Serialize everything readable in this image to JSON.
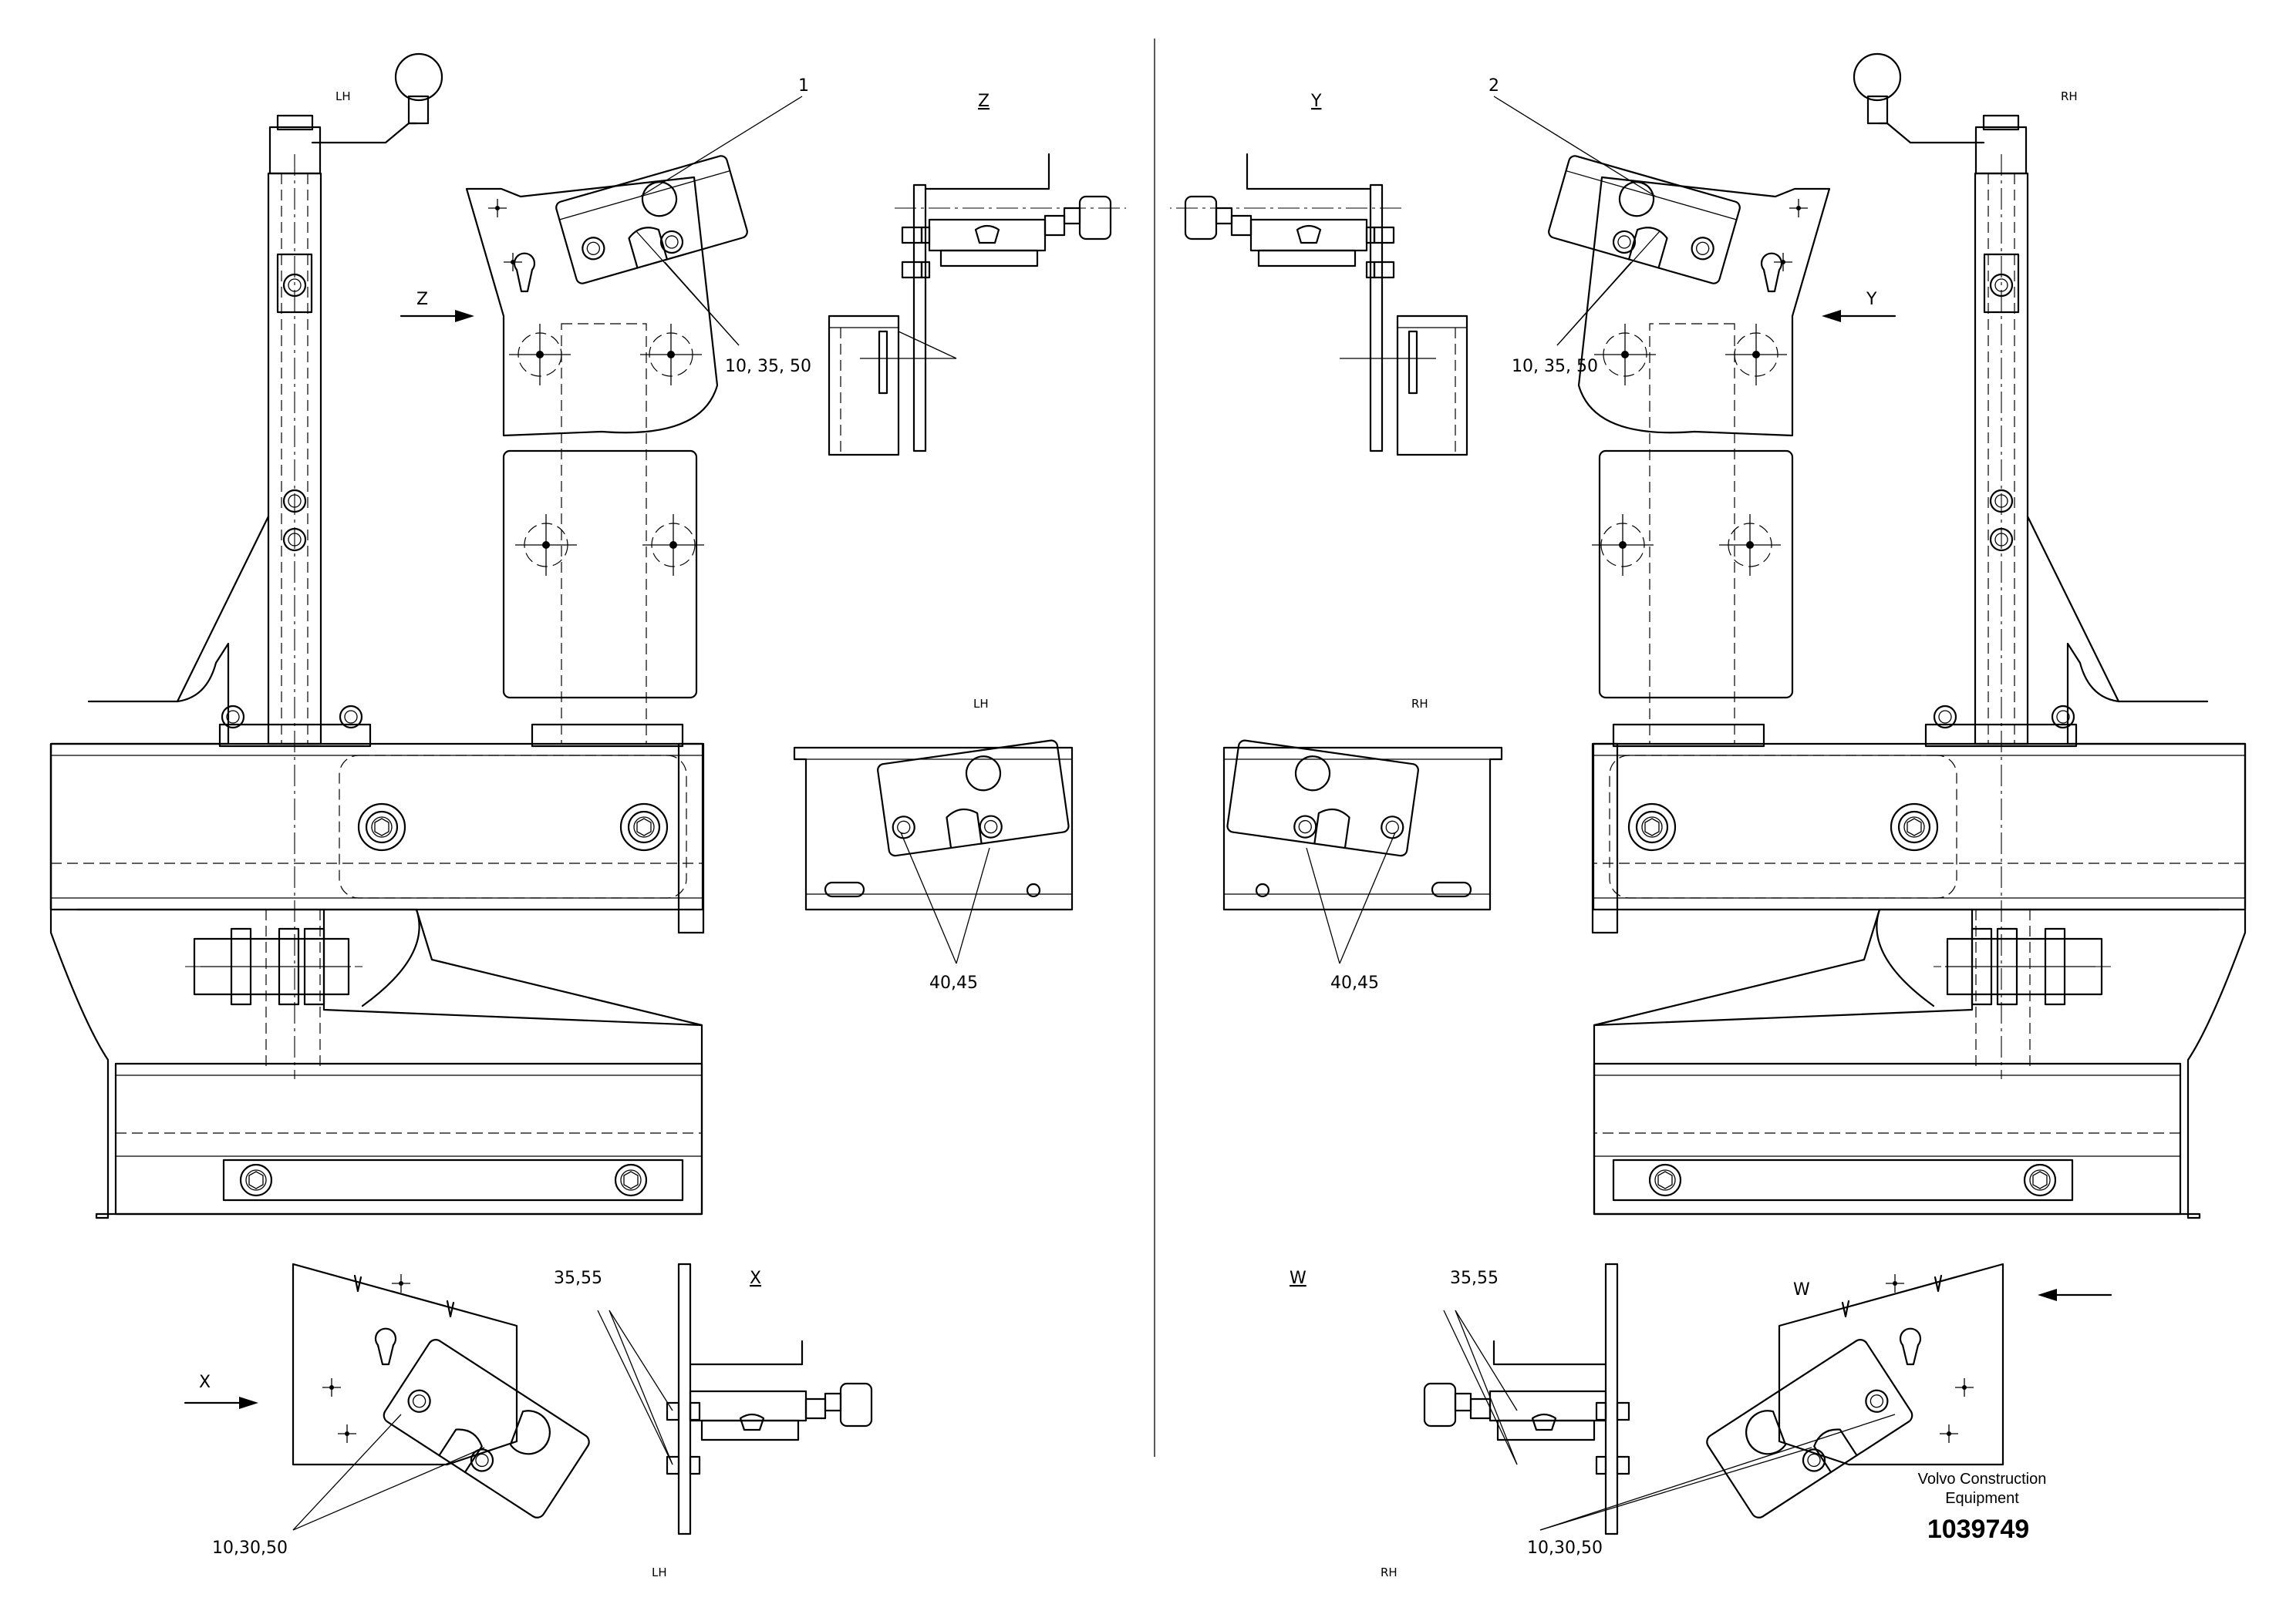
{
  "labels": {
    "callout_1": "1",
    "callout_2": "2",
    "view_z": "Z",
    "view_y": "Y",
    "view_x": "X",
    "view_w": "W",
    "side_lh": "LH",
    "side_rh": "RH",
    "parts_10_35_50": "10, 35, 50",
    "parts_40_45": "40,45",
    "parts_35_55": "35,55",
    "parts_10_30_50": "10,30,50"
  },
  "title_block": {
    "company_line1": "Volvo Construction",
    "company_line2": "Equipment",
    "drawing_number": "1039749"
  }
}
